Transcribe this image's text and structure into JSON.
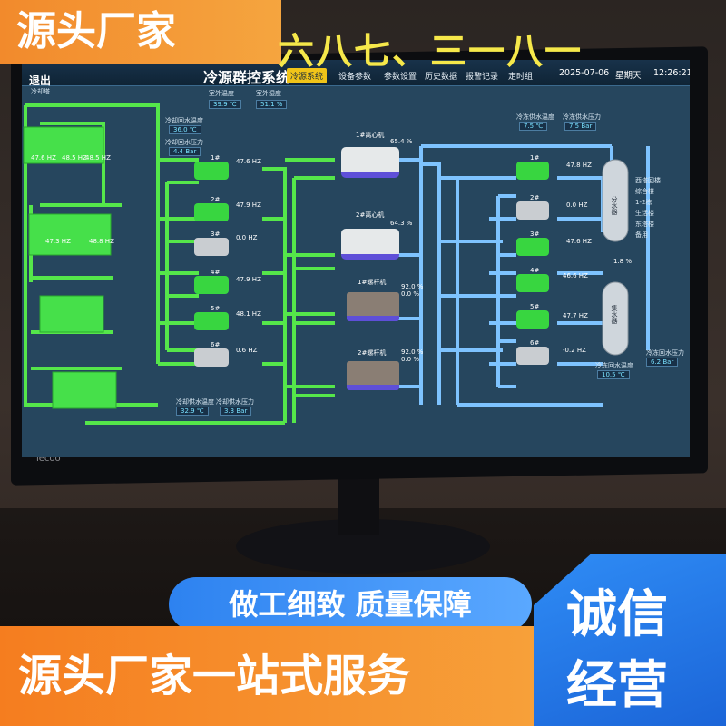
{
  "header": {
    "exit_label": "退出",
    "title": "冷源群控系统",
    "tabs": [
      {
        "label": "冷源系统",
        "active": true
      },
      {
        "label": "设备参数",
        "active": false
      },
      {
        "label": "参数设置",
        "active": false
      },
      {
        "label": "历史数据",
        "active": false
      },
      {
        "label": "报警记录",
        "active": false
      },
      {
        "label": "定时组",
        "active": false
      }
    ],
    "date": "2025-07-06",
    "weekday": "星期天",
    "time": "12:26:21"
  },
  "cooling_tower": {
    "label": "冷却塔",
    "values": [
      "47.6 HZ",
      "48.5 HZ",
      "48.5 HZ",
      "47.3 HZ",
      "48.8 HZ"
    ]
  },
  "readings": {
    "top_left_1": {
      "label": "室外温度",
      "value": "39.9 ℃"
    },
    "top_left_2": {
      "label": "室外湿度",
      "value": "51.1 %"
    },
    "cw_return_temp": {
      "label": "冷却回水温度",
      "value": "36.0 ℃"
    },
    "cw_return_pressure": {
      "label": "冷却回水压力",
      "value": "4.4 Bar"
    },
    "cw_supply_temp": {
      "label": "冷却供水温度",
      "value": "32.9 ℃"
    },
    "cw_supply_pressure": {
      "label": "冷却供水压力",
      "value": "3.3 Bar"
    },
    "chw_supply_temp": {
      "label": "冷冻供水温度",
      "value": "7.5 ℃"
    },
    "chw_supply_pressure": {
      "label": "冷冻供水压力",
      "value": "7.5 Bar"
    },
    "chw_return_pressure": {
      "label": "冷冻回水压力",
      "value": "6.2 Bar"
    },
    "chw_return_temp": {
      "label": "冷冻回水温度",
      "value": "10.5 ℃"
    }
  },
  "cw_pumps": [
    {
      "name": "1#",
      "hz": "47.6 HZ"
    },
    {
      "name": "2#",
      "hz": "47.9 HZ"
    },
    {
      "name": "3#",
      "hz": "0.0 HZ"
    },
    {
      "name": "4#",
      "hz": "47.9 HZ"
    },
    {
      "name": "5#",
      "hz": "48.1 HZ"
    },
    {
      "name": "6#",
      "hz": "0.6 HZ"
    }
  ],
  "chillers": [
    {
      "name": "1#离心机",
      "load": "65.4 %",
      "extra": ""
    },
    {
      "name": "2#离心机",
      "load": "64.3 %",
      "extra": ""
    },
    {
      "name": "1#螺杆机",
      "load": "92.0 %",
      "extra": "0.0 %"
    },
    {
      "name": "2#螺杆机",
      "load": "92.0 %",
      "extra": "0.0 %"
    }
  ],
  "chw_pumps": [
    {
      "name": "1#",
      "hz": "47.8 HZ"
    },
    {
      "name": "2#",
      "hz": "0.0 HZ"
    },
    {
      "name": "3#",
      "hz": "47.6 HZ"
    },
    {
      "name": "4#",
      "hz": "46.6 HZ"
    },
    {
      "name": "5#",
      "hz": "47.7 HZ"
    },
    {
      "name": "6#",
      "hz": "-0.2 HZ"
    }
  ],
  "manifolds": {
    "supply": "分水器",
    "return": "集水器",
    "percent": "1.8 %",
    "branches": [
      "西塔回楼",
      "综合楼",
      "1-2栋",
      "生活楼",
      "东塔楼",
      "备用"
    ]
  },
  "monitor_brand": "lecoo",
  "overlays": {
    "top_left": "源头厂家",
    "top_right": "六八七、三一八一",
    "middle": "做工细致  质量保障",
    "bottom": "源头厂家一站式服务",
    "badge_line1": "诚信",
    "badge_line2": "经营"
  },
  "colors": {
    "green_pipe": "#55e64a",
    "blue_pipe": "#7ec3ff",
    "tab_active": "#f0c419"
  }
}
